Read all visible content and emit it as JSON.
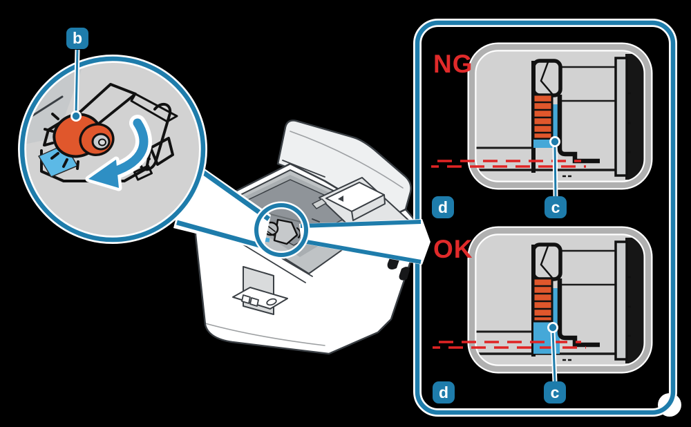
{
  "figure": {
    "type": "printer-manual-illustration",
    "callouts": {
      "b_label": "b",
      "c_label": "c",
      "d_label": "d"
    },
    "panel": {
      "ng_label": "NG",
      "ok_label": "OK"
    },
    "colors": {
      "accent_blue": "#1e7cab",
      "arrow_blue": "#2e8fc4",
      "guide_blue": "#45a8d8",
      "light_blue_part": "#5cb9e6",
      "knob_orange": "#e0572c",
      "alert_red": "#e02424",
      "panel_gray": "#d2d2d2",
      "frame_gray": "#b0b0b0",
      "background": "#000000"
    }
  }
}
